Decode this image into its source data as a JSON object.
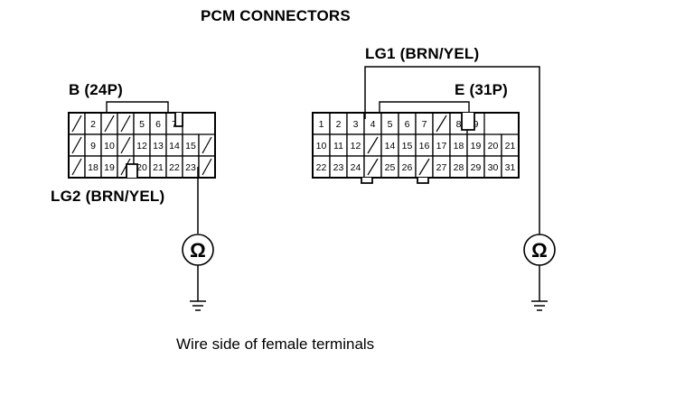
{
  "title": "PCM CONNECTORS",
  "caption": "Wire side of female terminals",
  "connector_b": {
    "label": "B (24P)",
    "wire_label": "LG2 (BRN/YEL)",
    "terminal": "23",
    "rows": [
      [
        "",
        "2",
        "",
        "",
        "5",
        "6",
        "7"
      ],
      [
        "",
        "9",
        "10",
        "",
        "12",
        "13",
        "14",
        "15",
        ""
      ],
      [
        "",
        "18",
        "19",
        "",
        "20",
        "21",
        "22",
        "23",
        ""
      ]
    ]
  },
  "connector_e": {
    "label": "E (31P)",
    "wire_label": "LG1 (BRN/YEL)",
    "terminal": "3",
    "rows": [
      [
        "1",
        "2",
        "3",
        "4",
        "5",
        "6",
        "7",
        "",
        "8",
        "9"
      ],
      [
        "10",
        "11",
        "12",
        "",
        "14",
        "15",
        "16",
        "17",
        "18",
        "19",
        "20",
        "21"
      ],
      [
        "22",
        "23",
        "24",
        "",
        "25",
        "26",
        "",
        "27",
        "28",
        "29",
        "30",
        "31"
      ]
    ]
  },
  "meter_symbol": "Ω"
}
